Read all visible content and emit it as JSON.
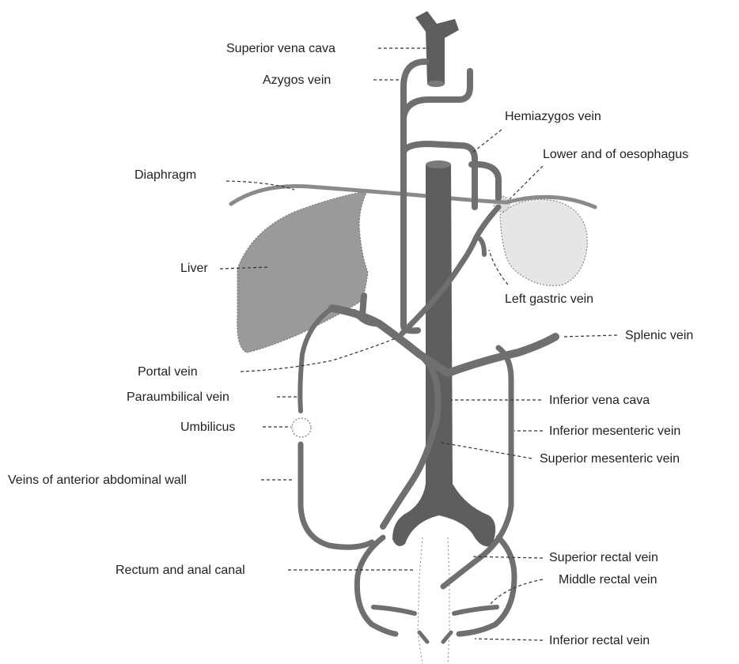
{
  "labels": {
    "superior_vena_cava": "Superior vena cava",
    "azygos_vein": "Azygos vein",
    "hemiazygos_vein": "Hemiazygos vein",
    "lower_end_oesophagus": "Lower and of oesophagus",
    "diaphragm": "Diaphragm",
    "liver": "Liver",
    "left_gastric_vein": "Left gastric vein",
    "splenic_vein": "Splenic vein",
    "portal_vein": "Portal vein",
    "paraumbilical_vein": "Paraumbilical vein",
    "umbilicus": "Umbilicus",
    "inferior_vena_cava": "Inferior vena cava",
    "inferior_mesenteric_vein": "Inferior mesenteric vein",
    "superior_mesenteric_vein": "Superior mesenteric vein",
    "veins_anterior_abdominal_wall": "Veins of anterior abdominal wall",
    "rectum_anal_canal": "Rectum and anal canal",
    "superior_rectal_vein": "Superior rectal vein",
    "middle_rectal_vein": "Middle rectal vein",
    "inferior_rectal_vein": "Inferior rectal vein"
  },
  "colors": {
    "vein": "#6f6f6f",
    "vena_cava": "#5e5e5e",
    "liver_fill": "#9a9a9a",
    "stomach_fill": "#e6e6e6",
    "diaphragm": "#8a8a8a",
    "text": "#222222"
  }
}
